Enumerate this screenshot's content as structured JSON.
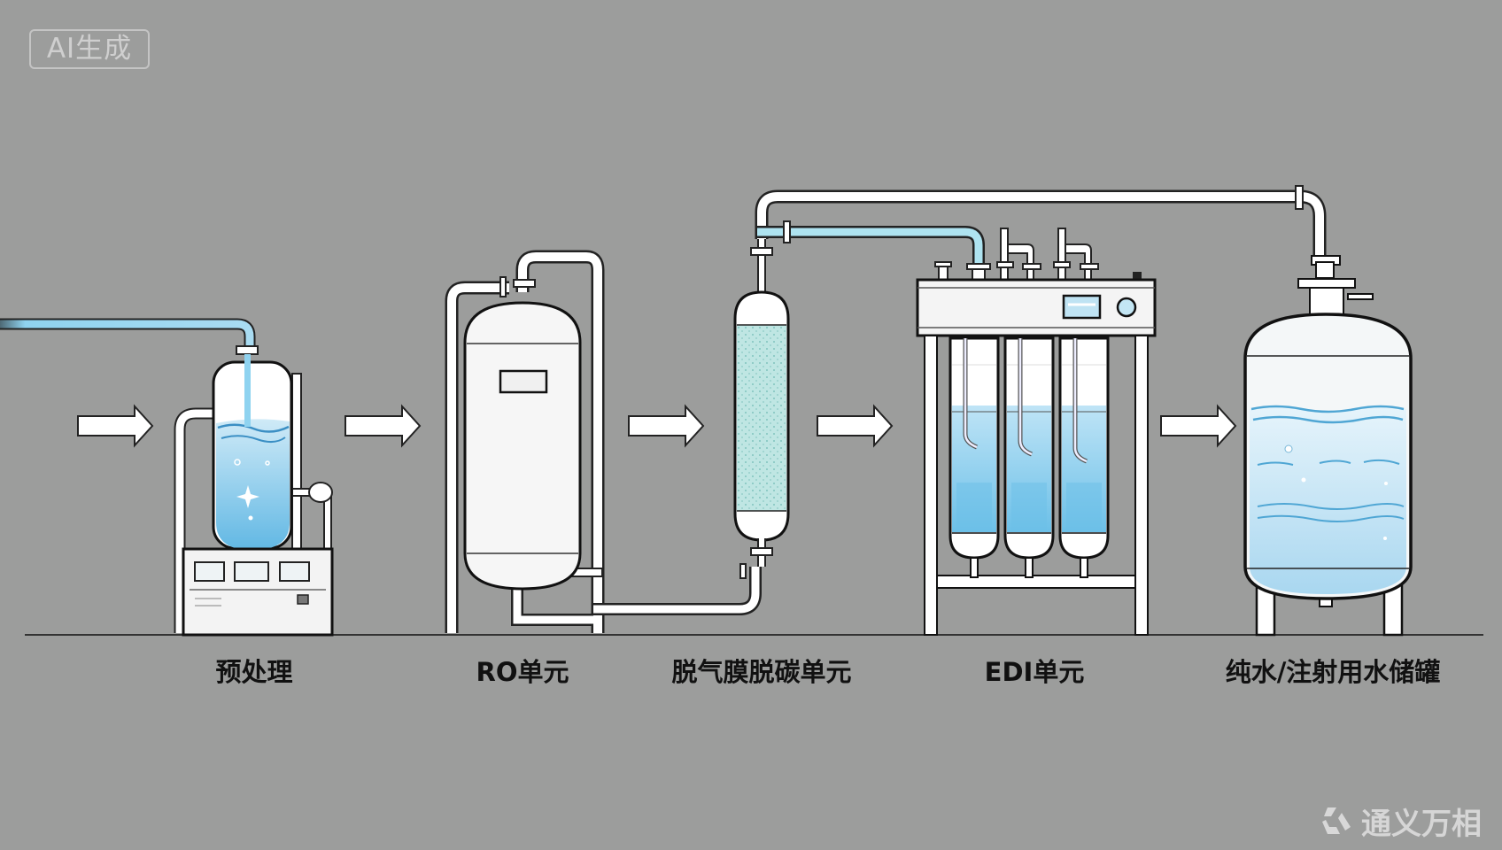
{
  "watermark": {
    "badge": "AI生成",
    "brand": "通义万相",
    "brand_icon": "tongyi-logo-icon"
  },
  "diagram": {
    "title": "",
    "stages": [
      {
        "id": "pretreatment",
        "label": "预处理"
      },
      {
        "id": "ro",
        "label": "RO单元"
      },
      {
        "id": "degas",
        "label": "脱气膜脱碳单元"
      },
      {
        "id": "edi",
        "label": "EDI单元"
      },
      {
        "id": "storage",
        "label": "纯水/注射用水储罐"
      }
    ],
    "flow_arrows": [
      "arrow-right-icon",
      "arrow-right-icon",
      "arrow-right-icon",
      "arrow-right-icon",
      "arrow-right-icon"
    ],
    "colors": {
      "background": "#9c9d9c",
      "water": "#7cc3e6",
      "water_light": "#c6e6f5",
      "outline": "#111111",
      "pipe": "#ffffff",
      "membrane": "#a8dcd8"
    }
  }
}
